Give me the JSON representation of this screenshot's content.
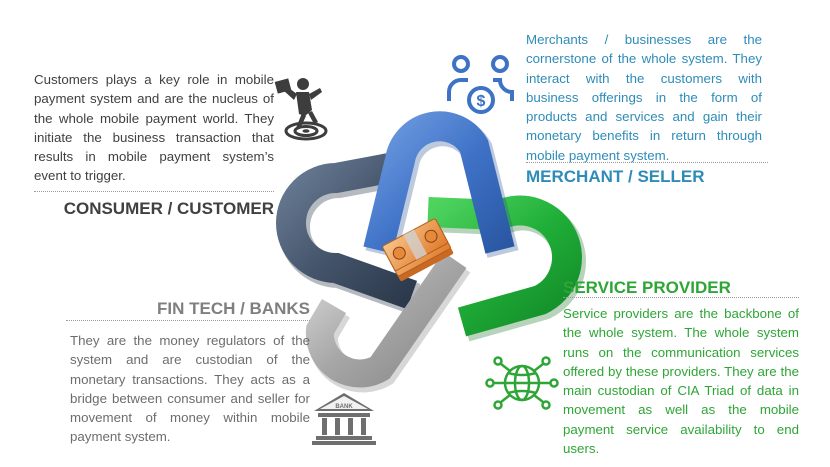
{
  "consumer": {
    "title": "CONSUMER / CUSTOMER",
    "description": "Customers plays a key role in mobile payment system and are the nucleus of the whole mobile payment world. They initiate the business transaction that results in mobile payment system’s event to trigger.",
    "color": "#404040"
  },
  "merchant": {
    "title": "MERCHANT / SELLER",
    "description": "Merchants / businesses are the cornerstone of the whole system. They interact with the customers with business offerings in the form of products and services and gain their monetary benefits in return through mobile payment system.",
    "color": "#2e8cb8"
  },
  "service_provider": {
    "title": "SERVICE PROVIDER",
    "description": "Service providers are the backbone of the whole system. The whole system runs on the communication services offered by these providers. They are the main custodian of CIA Triad of data in movement as well as the mobile payment service availability to end users.",
    "color": "#2ea636"
  },
  "fintech": {
    "title": "FIN TECH / BANKS",
    "description": "They are the money regulators of the system and are custodian of the monetary transactions. They acts as a bridge between consumer and seller for movement of money within mobile payment system.",
    "color": "#6d6d6d",
    "icon_label": "BANK"
  },
  "icons": {
    "consumer": "person-target-icon",
    "merchant": "people-money-icon",
    "service_provider": "network-globe-icon",
    "fintech": "bank-icon",
    "center": "money-stack-icon"
  },
  "link_colors": {
    "consumer": "#44546a",
    "merchant": "#3f72c7",
    "service_provider": "#1fae38",
    "fintech": "#a6a6a6"
  }
}
